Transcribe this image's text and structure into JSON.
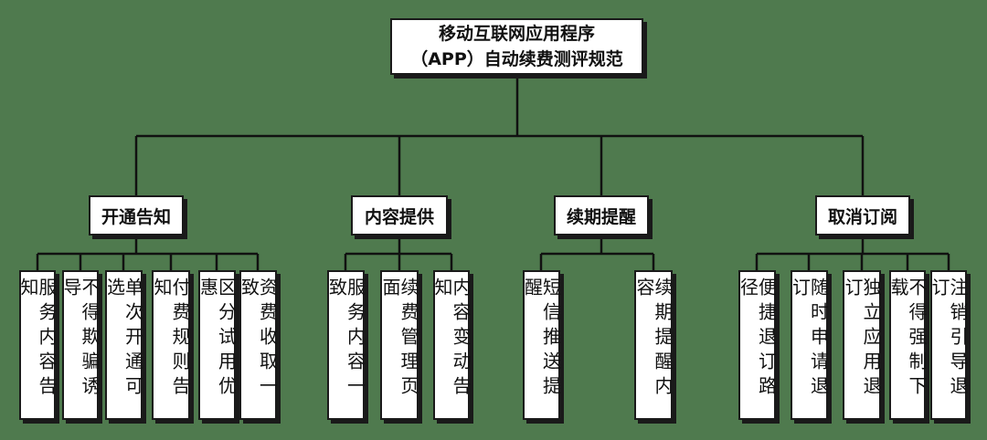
{
  "root": {
    "line1": "移动互联网应用程序",
    "line2": "（APP）自动续费测评规范"
  },
  "categories": [
    {
      "label": "开通告知",
      "items": [
        "服务内容告知",
        "不得欺骗诱导",
        "单次开通可选",
        "付费规则告知",
        "区分试用优惠",
        "资费收取一致"
      ]
    },
    {
      "label": "内容提供",
      "items": [
        "服务内容一致",
        "续费管理页面",
        "内容变动告知"
      ]
    },
    {
      "label": "续期提醒",
      "items": [
        "短信推送提醒",
        "续期提醒内容"
      ]
    },
    {
      "label": "取消订阅",
      "items": [
        "便捷退订路径",
        "随时申请退订",
        "独立应用退订",
        "不得强制下载",
        "注销引导退订"
      ]
    }
  ],
  "colors": {
    "background": "#4f7a4e",
    "box_fill": "#ffffff",
    "border": "#1a1a1a"
  }
}
